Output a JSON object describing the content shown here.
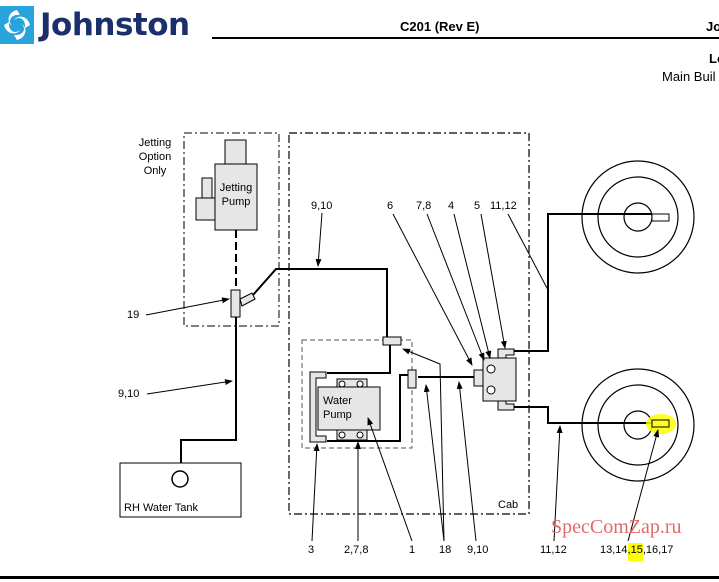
{
  "header": {
    "brand": "Johnston",
    "doc_id": "C201 (Rev E)",
    "right_line1": "Jo",
    "right_line2": "Lo",
    "right_line3": "Main Buil"
  },
  "diagram": {
    "jetting_option_lines": [
      "Jetting",
      "Option",
      "Only"
    ],
    "jetting_pump_lines": [
      "Jetting",
      "Pump"
    ],
    "water_pump_lines": [
      "Water",
      "Pump"
    ],
    "tank_label": "RH Water Tank",
    "cab_label": "Cab",
    "callouts": {
      "c19": "19",
      "c910_left": "9,10",
      "c910_top": "9,10",
      "c6": "6",
      "c78": "7,8",
      "c4": "4",
      "c5": "5",
      "c1112_top": "11,12",
      "c3": "3",
      "c278": "2,7,8",
      "c1": "1",
      "c18": "18",
      "c910_bottom": "9,10",
      "c1112_bottom": "11,12",
      "c13_17_prefix": "13,14,",
      "c13_17_highlight": "15",
      "c13_17_suffix": ",16,17"
    },
    "highlight_color": "#ffff00"
  },
  "watermark": "SpecComZap.ru"
}
